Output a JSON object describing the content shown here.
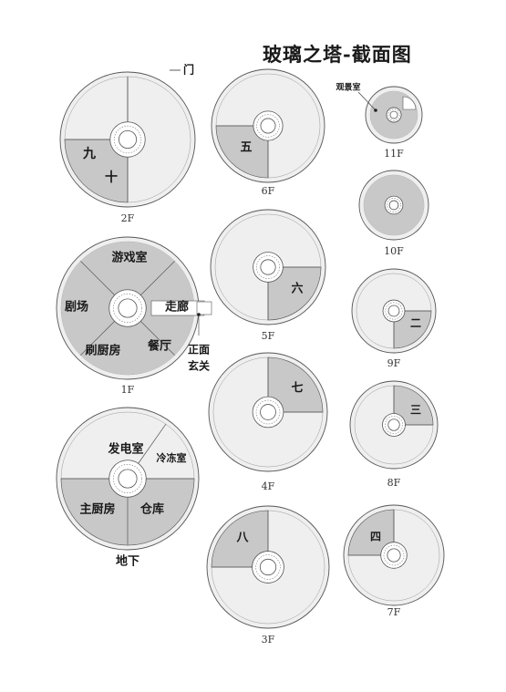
{
  "title": "玻璃之塔-截面图",
  "callouts": {
    "door": "门",
    "observatory": "观景室",
    "main_entrance_line1": "正面",
    "main_entrance_line2": "玄关"
  },
  "floors": [
    {
      "id": "2F",
      "label": "2F",
      "rooms": [
        "九",
        "十"
      ]
    },
    {
      "id": "1F",
      "label": "1F",
      "rooms": [
        "游戏室",
        "剧场",
        "走廊",
        "刷厨房",
        "餐厅"
      ]
    },
    {
      "id": "B1",
      "label": "地下",
      "rooms": [
        "发电室",
        "冷冻室",
        "主厨房",
        "仓库"
      ]
    },
    {
      "id": "6F",
      "label": "6F",
      "rooms": [
        "五"
      ]
    },
    {
      "id": "5F",
      "label": "5F",
      "rooms": [
        "六"
      ]
    },
    {
      "id": "4F",
      "label": "4F",
      "rooms": [
        "七"
      ]
    },
    {
      "id": "3F",
      "label": "3F",
      "rooms": [
        "八"
      ]
    },
    {
      "id": "11F",
      "label": "11F",
      "rooms": []
    },
    {
      "id": "10F",
      "label": "10F",
      "rooms": []
    },
    {
      "id": "9F",
      "label": "9F",
      "rooms": [
        "二"
      ]
    },
    {
      "id": "8F",
      "label": "8F",
      "rooms": [
        "三"
      ]
    },
    {
      "id": "7F",
      "label": "7F",
      "rooms": [
        "四"
      ]
    }
  ],
  "colors": {
    "fill_light": "#efefef",
    "fill_dark": "#c8c8c8",
    "stroke": "#555555",
    "core": "#ffffff"
  }
}
